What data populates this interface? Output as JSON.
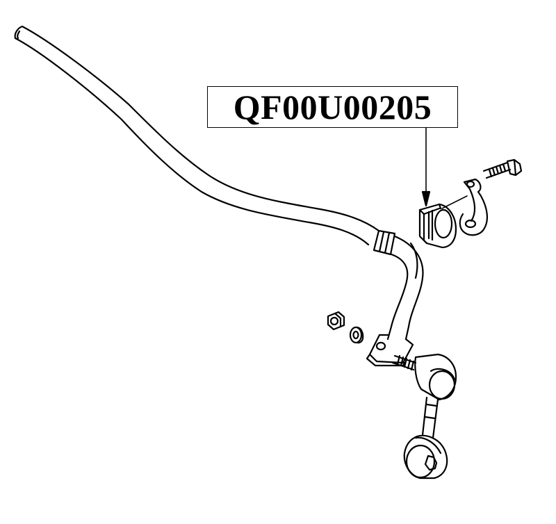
{
  "callout": {
    "part_number": "QF00U00205"
  },
  "parts": [
    "stabilizer-bar",
    "bar-bushing",
    "bushing-bracket",
    "bracket-bolt",
    "link-nut",
    "link-washer",
    "stabilizer-link"
  ],
  "colors": {
    "line": "#000000",
    "background": "#ffffff"
  }
}
